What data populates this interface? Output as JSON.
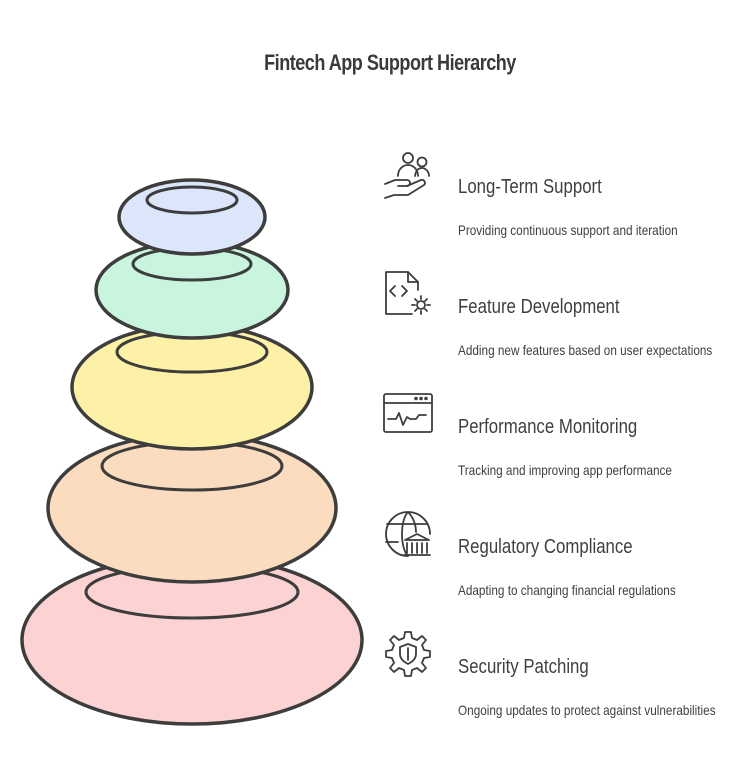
{
  "title": "Fintech App Support Hierarchy",
  "colors": {
    "stroke": "#3d3d3d",
    "tier1": "#dbe6fb",
    "tier2": "#c9f4de",
    "tier3": "#fcf1a6",
    "tier4": "#fcdcbf",
    "tier5": "#fcd2d2"
  },
  "tiers": [
    {
      "name": "Long-Term Support",
      "description": "Providing continuous support and iteration",
      "icon": "support-hands-icon"
    },
    {
      "name": "Feature Development",
      "description": "Adding new features based on user expectations",
      "icon": "code-gear-file-icon"
    },
    {
      "name": "Performance Monitoring",
      "description": "Tracking and improving app performance",
      "icon": "monitor-window-icon"
    },
    {
      "name": "Regulatory Compliance",
      "description": "Adapting to changing financial regulations",
      "icon": "globe-bank-icon"
    },
    {
      "name": "Security Patching",
      "description": "Ongoing updates to protect against vulnerabilities",
      "icon": "shield-gear-icon"
    }
  ]
}
